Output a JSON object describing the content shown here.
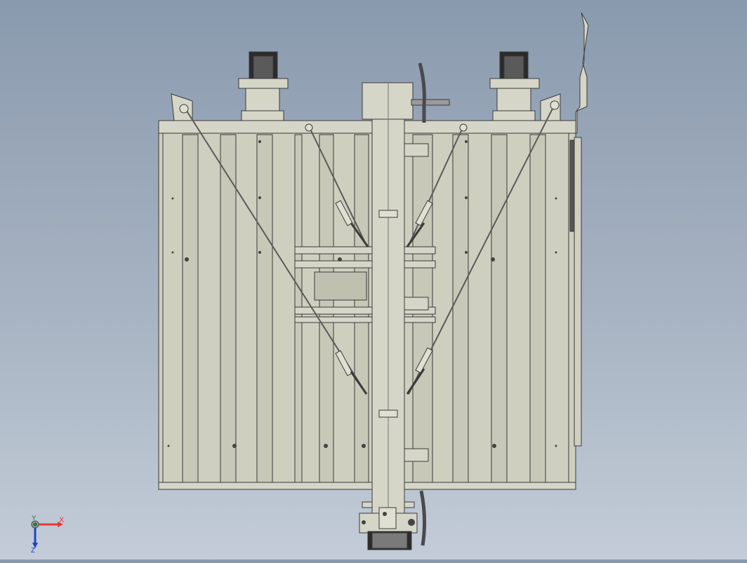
{
  "triad": {
    "x_label": "X",
    "y_label": "Y",
    "z_label": "Z",
    "x_color": "#e53935",
    "y_color": "#2e7d32",
    "z_color": "#1e40d0"
  },
  "colors": {
    "body_fill": "#cfcfc0",
    "edge": "#3a3a3a",
    "frame_fill": "#d6d6c8",
    "dark_fill": "#2b2b2b"
  }
}
